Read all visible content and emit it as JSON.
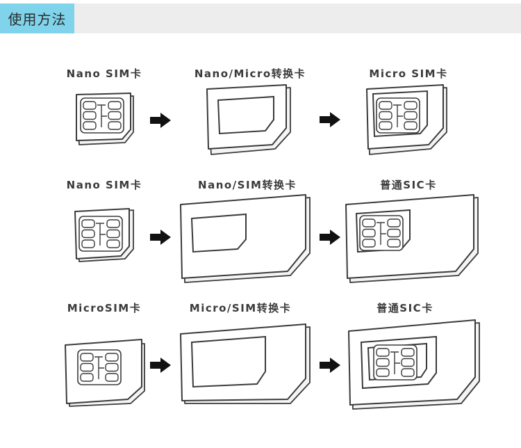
{
  "header": {
    "title": "使用方法",
    "accent_color": "#7fd3ea",
    "bar_color": "#ededed"
  },
  "rows": [
    {
      "labels": [
        "Nano SIM卡",
        "Nano/Micro转换卡",
        "Micro SIM卡"
      ]
    },
    {
      "labels": [
        "Nano SIM卡",
        "Nano/SIM转换卡",
        "普通SIC卡"
      ]
    },
    {
      "labels": [
        "MicroSIM卡",
        "Micro/SIM转换卡",
        "普通SIC卡"
      ]
    }
  ]
}
